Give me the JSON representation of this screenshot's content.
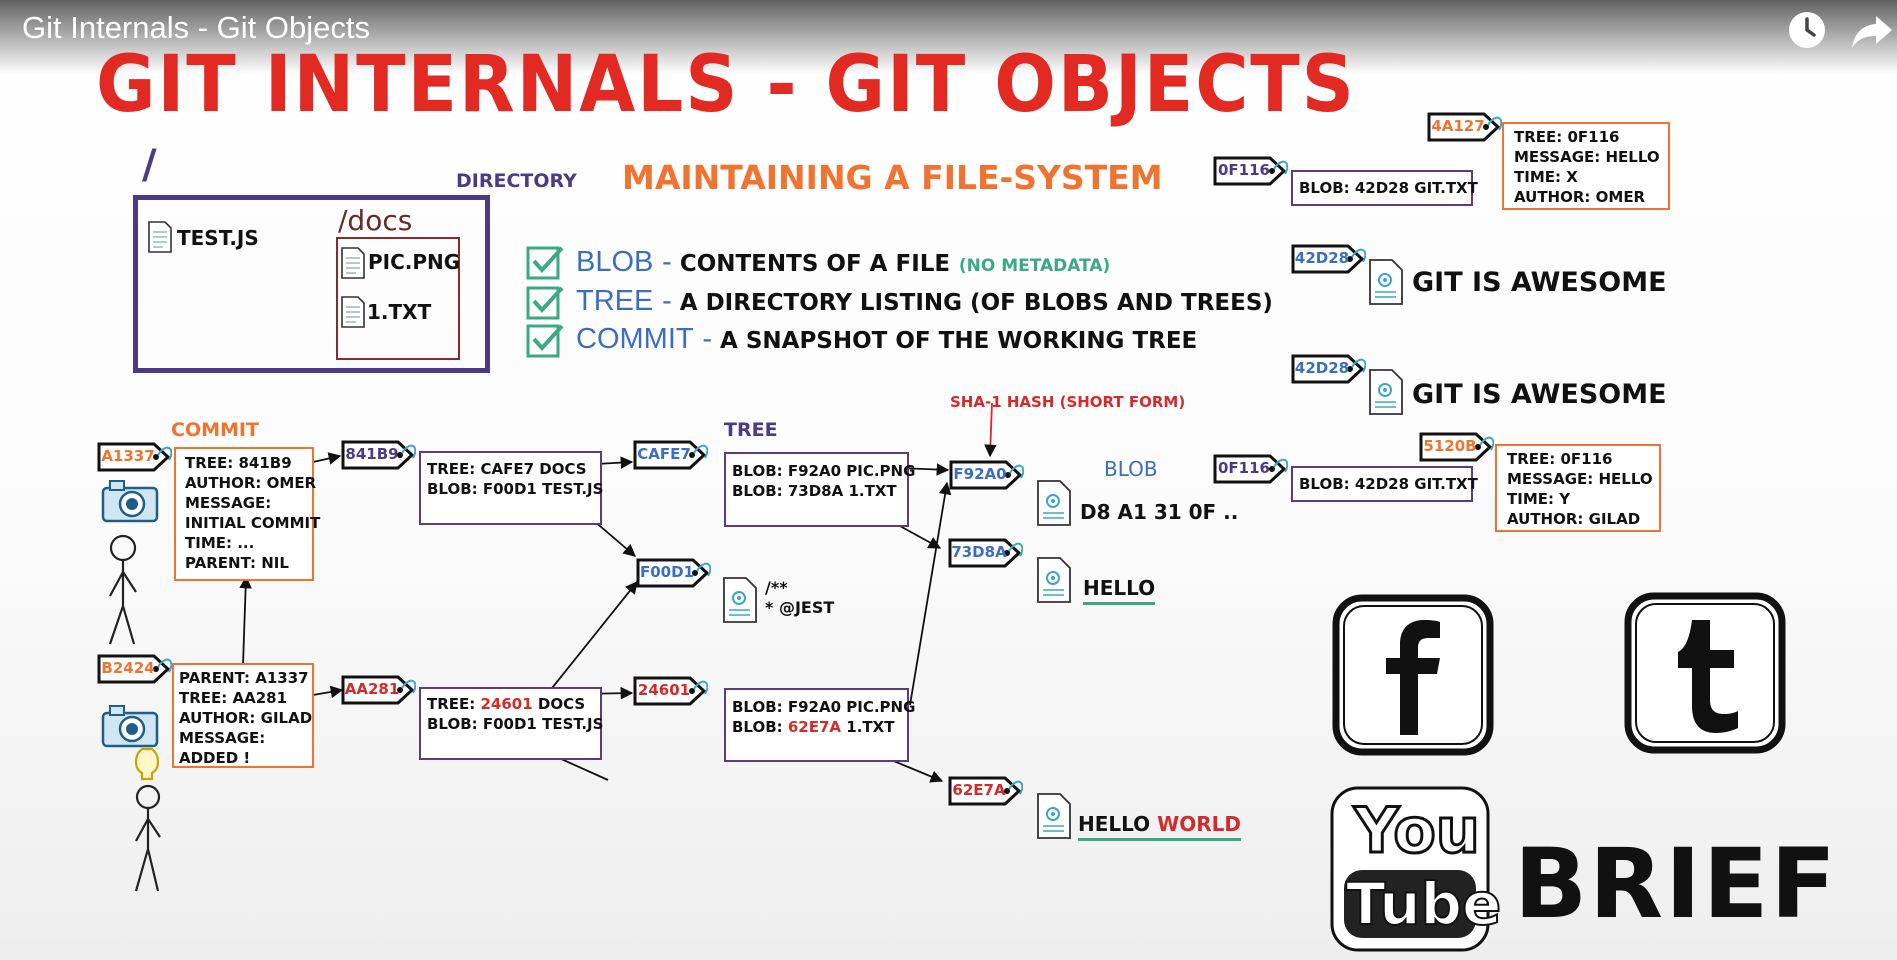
{
  "window": {
    "title": "Git Internals - Git Objects"
  },
  "icons": {
    "top_right": [
      "clock-icon",
      "share-icon"
    ],
    "social": [
      "facebook-icon",
      "tumblr-icon",
      "youtube-icon"
    ]
  },
  "colors": {
    "red": "#e32a22",
    "orange": "#f0742f",
    "purple": "#4b3a86",
    "blue": "#3b6ec2",
    "green": "#3aa986",
    "hash_red": "#d42a2a"
  },
  "slide": {
    "title": "GIT INTERNALS - GIT OBJECTS",
    "subtitle": "MAINTAINING A FILE-SYSTEM",
    "directory": {
      "root": "/",
      "label": "DIRECTORY",
      "docs": "/docs",
      "files": [
        "TEST.JS",
        "PIC.PNG",
        "1.TXT"
      ]
    },
    "legend": [
      {
        "name": "BLOB",
        "desc": "CONTENTS OF A FILE",
        "note": "(NO METADATA)"
      },
      {
        "name": "TREE",
        "desc": "A DIRECTORY LISTING (OF BLOBS AND TREES)",
        "note": ""
      },
      {
        "name": "COMMIT",
        "desc": "A SNAPSHOT OF THE WORKING TREE",
        "note": ""
      }
    ],
    "labels": {
      "commit": "COMMIT",
      "tree": "TREE",
      "blob": "BLOB",
      "sha": "SHA-1 HASH (SHORT FORM)"
    },
    "commits": [
      {
        "hash": "A1337",
        "lines": [
          "TREE:      841B9",
          "AUTHOR: OMER",
          "MESSAGE:",
          "INITIAL COMMIT",
          "TIME: ...",
          "PARENT:  NIL"
        ]
      },
      {
        "hash": "B2424",
        "lines": [
          "PARENT:  A1337",
          "TREE:      AA281",
          "AUTHOR: GILAD",
          "MESSAGE:",
          "ADDED !"
        ]
      }
    ],
    "trees": [
      {
        "hash": "841B9",
        "lines": [
          "TREE: CAFE7 DOCS",
          "BLOB: F00D1  TEST.JS"
        ]
      },
      {
        "hash": "AA281",
        "pre": "TREE: ",
        "hl": "24601",
        "post": "  DOCS",
        "line2": "BLOB: F00D1  TEST.JS"
      },
      {
        "hash": "CAFE7",
        "lines": [
          "BLOB: F92A0 PIC.PNG",
          "BLOB: 73D8A 1.TXT"
        ]
      },
      {
        "hash": "24601",
        "line1": "BLOB: F92A0 PIC.PNG",
        "pre": "BLOB: ",
        "hl": "62E7A",
        "post": " 1.TXT"
      }
    ],
    "blobs": [
      {
        "hash": "F00D1",
        "content": [
          "/**",
          "* @JEST"
        ]
      },
      {
        "hash": "F92A0",
        "content": "D8 A1 31 0F .."
      },
      {
        "hash": "73D8A",
        "content": "HELLO"
      },
      {
        "hash": "62E7A",
        "content": "HELLO",
        "content_hl": "WORLD"
      }
    ],
    "right": {
      "tree_a": {
        "hash": "0F116",
        "line": "BLOB: 42D28 GIT.TXT"
      },
      "commit_a": {
        "hash": "4A127",
        "lines": [
          "TREE:        0F116",
          "MESSAGE: HELLO",
          "TIME:          X",
          "AUTHOR:   OMER"
        ]
      },
      "blob_a": {
        "hash": "42D28",
        "content": "GIT IS AWESOME"
      },
      "blob_b": {
        "hash": "42D28",
        "content": "GIT IS AWESOME"
      },
      "tree_b": {
        "hash": "0F116",
        "line": "BLOB: 42D28 GIT.TXT"
      },
      "commit_b": {
        "hash": "5120B",
        "lines": [
          "TREE:        0F116",
          "MESSAGE: HELLO",
          "TIME:          Y",
          "AUTHOR:   GILAD"
        ]
      }
    },
    "brand": {
      "youtube_top": "You",
      "youtube_bottom": "Tube",
      "word": "BRIEF"
    }
  }
}
